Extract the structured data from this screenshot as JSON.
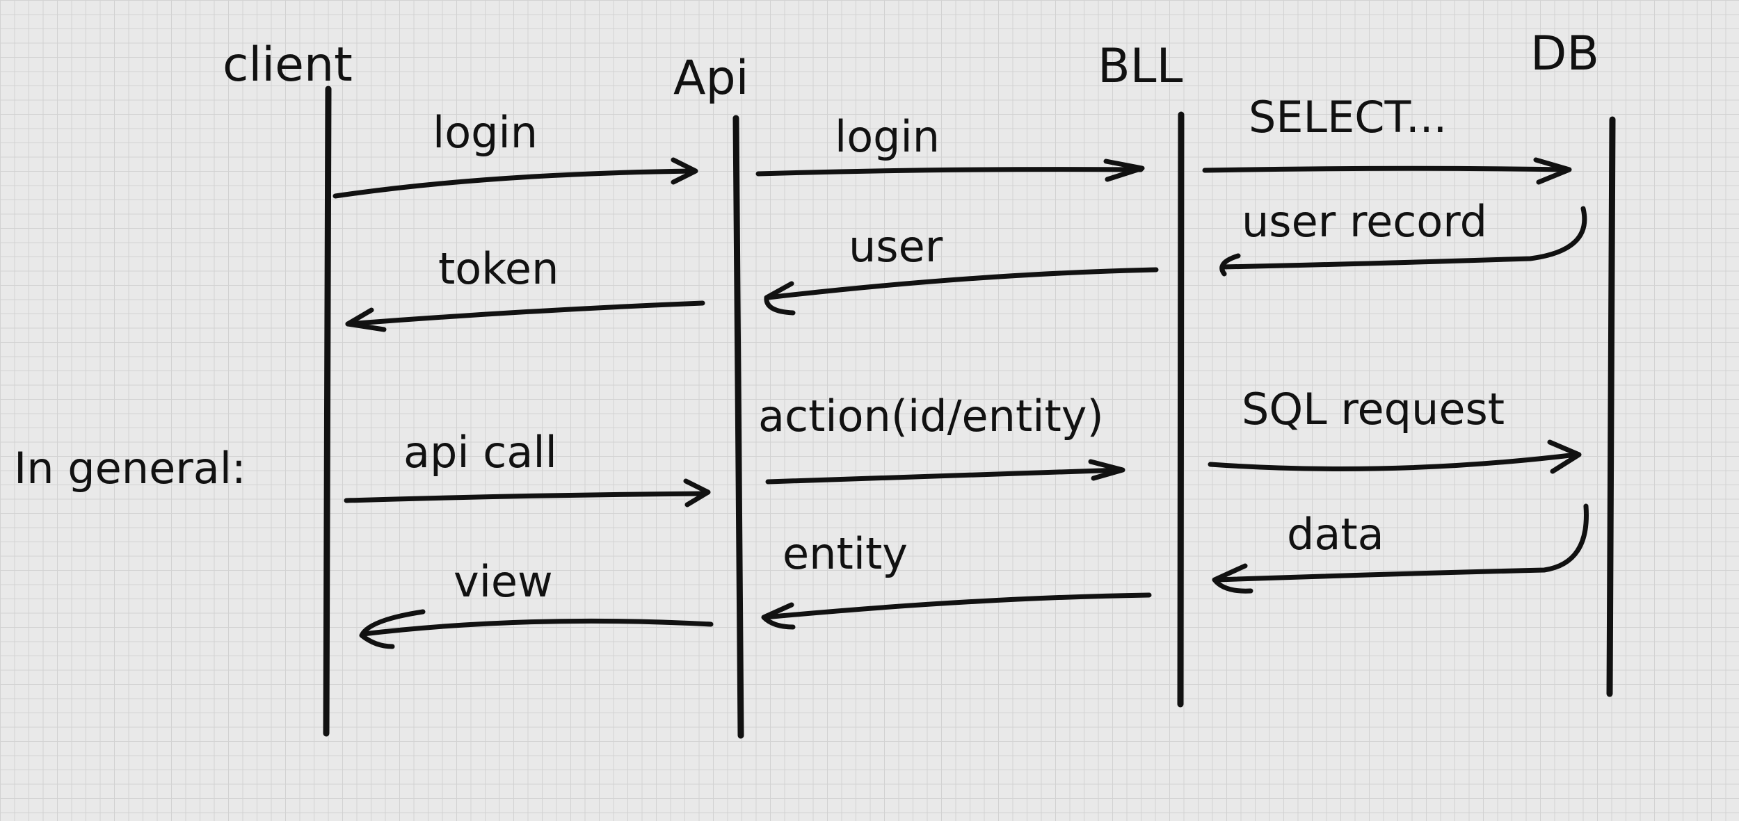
{
  "lanes": [
    "client",
    "Api",
    "BLL",
    "DB"
  ],
  "section_label": "In general:",
  "messages": {
    "client_login": "login",
    "client_token": "token",
    "api_login": "login",
    "api_user": "user",
    "bll_select": "SELECT...",
    "bll_user_record": "user record",
    "client_api_call": "api call",
    "client_view": "view",
    "api_action": "action(id/entity)",
    "api_entity": "entity",
    "bll_sql_request": "SQL request",
    "bll_data": "data"
  },
  "colors": {
    "ink": "#111111",
    "paper": "#e9e9e9",
    "grid": "#d2d2d2"
  }
}
